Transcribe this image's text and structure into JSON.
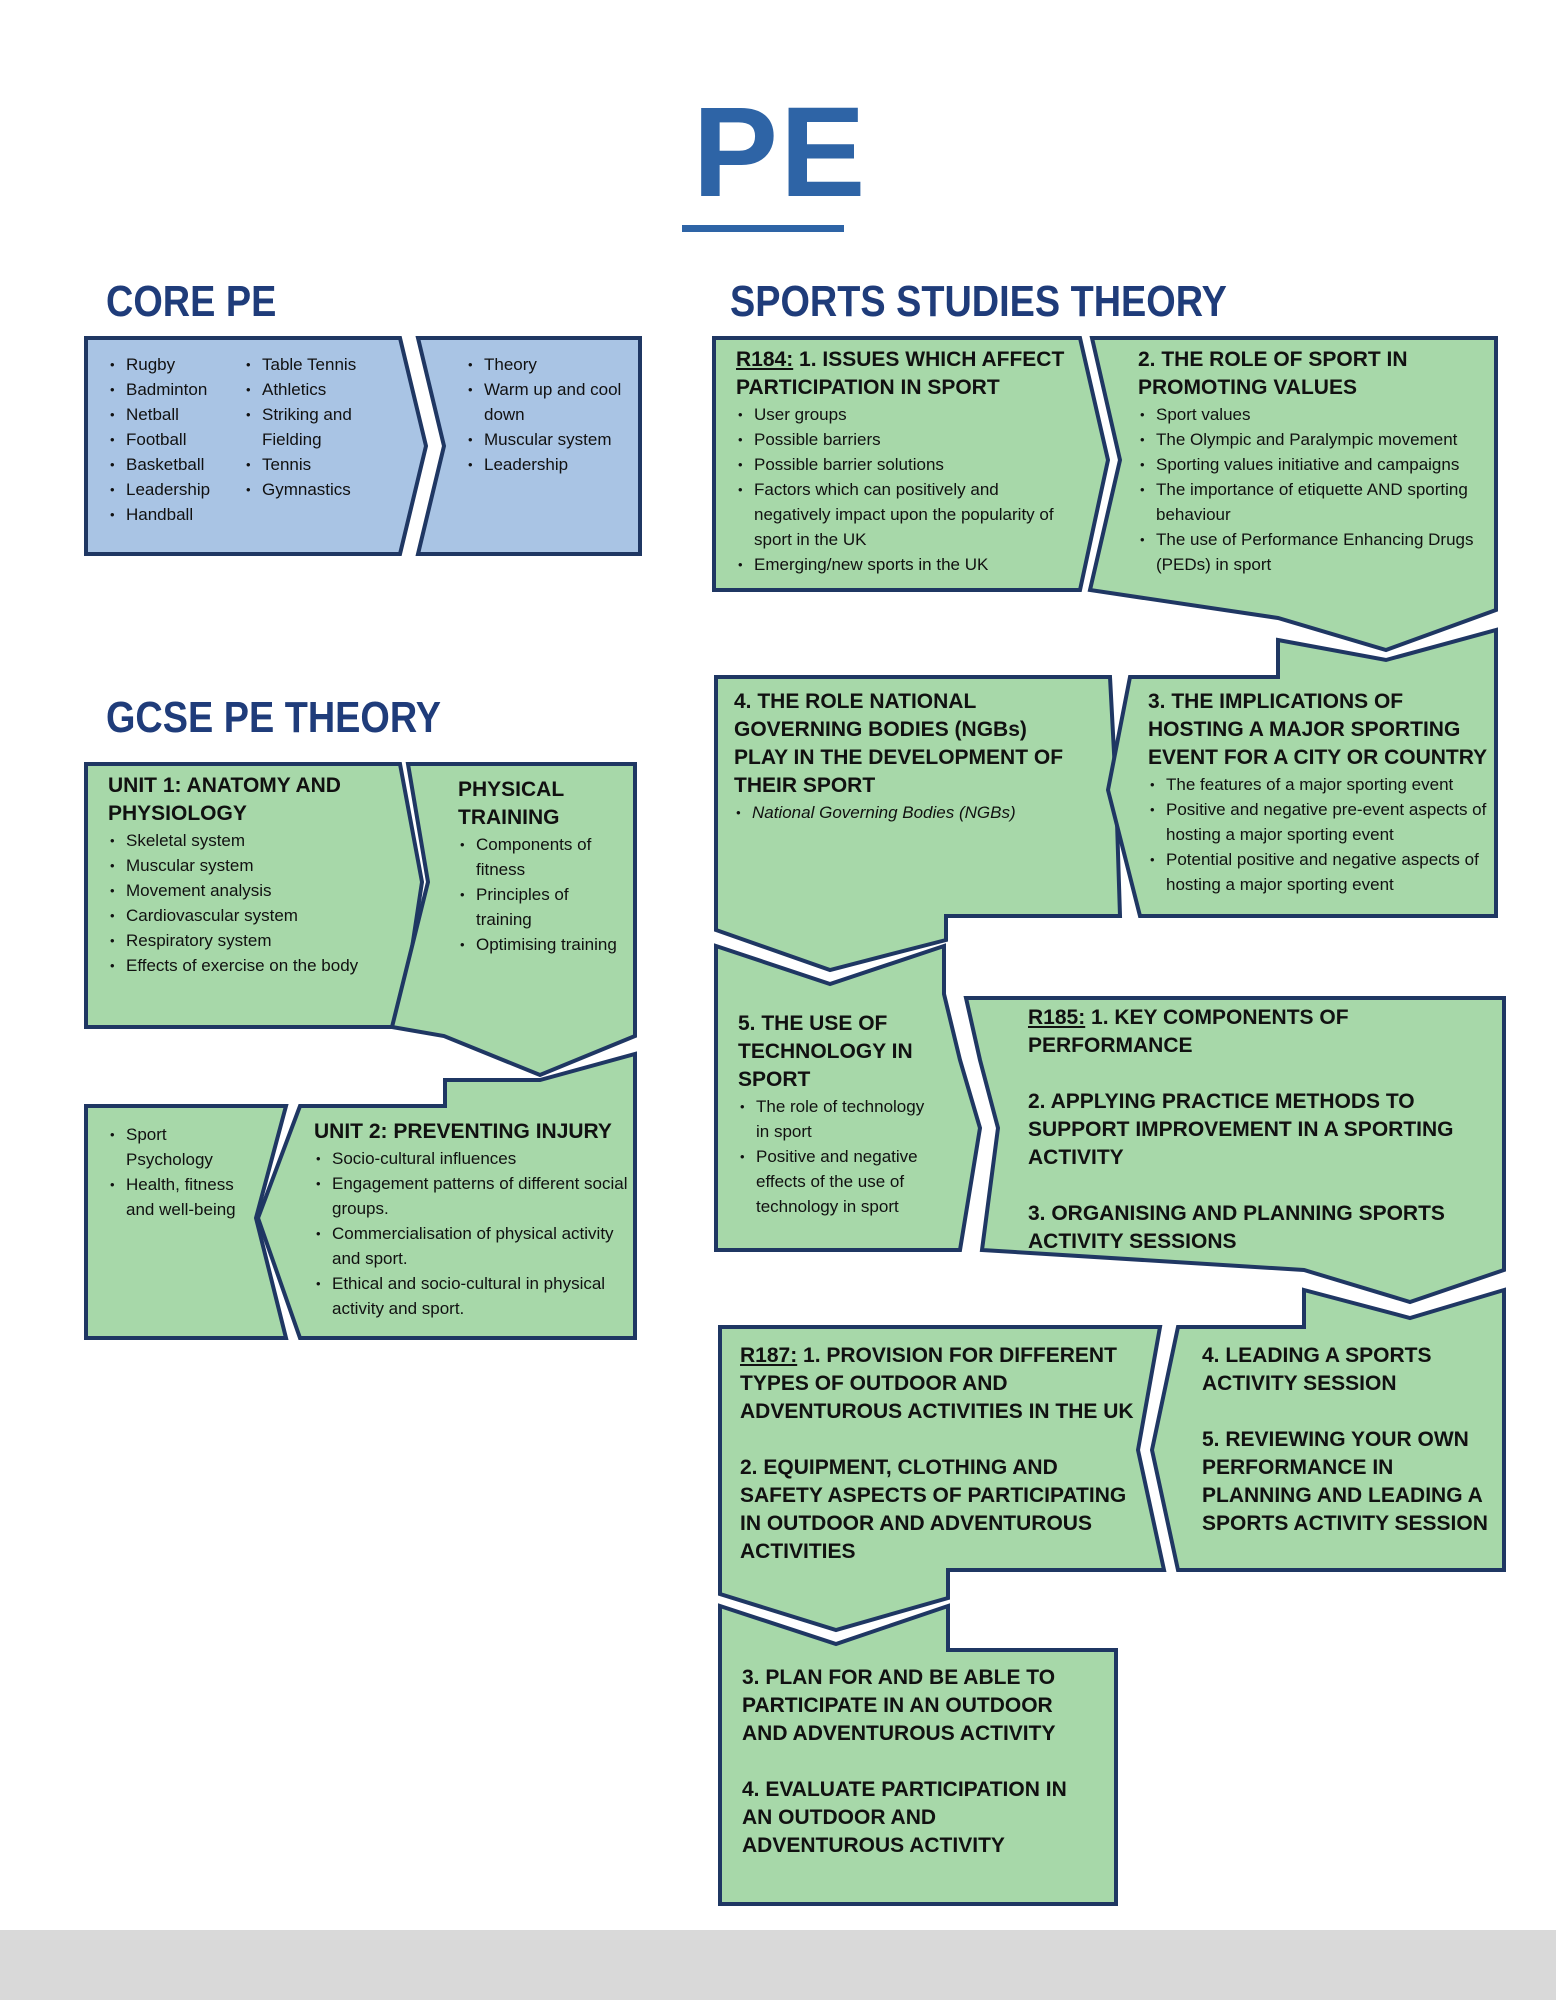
{
  "title": "PE",
  "core_pe": {
    "heading": "CORE PE",
    "col1": [
      "Rugby",
      "Badminton",
      "Netball",
      "Football",
      "Basketball",
      "Leadership",
      "Handball"
    ],
    "col2": [
      "Table Tennis",
      "Athletics",
      "Striking and Fielding",
      "Tennis",
      "Gymnastics"
    ],
    "col3": [
      "Theory",
      "Warm up and cool down",
      "Muscular system",
      "Leadership"
    ]
  },
  "gcse": {
    "heading": "GCSE PE THEORY",
    "unit1": {
      "title": "UNIT 1: ANATOMY AND PHYSIOLOGY",
      "items": [
        "Skeletal system",
        "Muscular system",
        "Movement analysis",
        "Cardiovascular system",
        "Respiratory system",
        "Effects of exercise on the body"
      ]
    },
    "physical_training": {
      "title": "PHYSICAL TRAINING",
      "items": [
        "Components of fitness",
        "Principles of training",
        "Optimising training"
      ]
    },
    "unit2": {
      "title": "UNIT 2: PREVENTING INJURY",
      "items": [
        "Socio-cultural influences",
        "Engagement patterns of different social groups.",
        "Commercialisation of physical activity and sport.",
        "Ethical and socio-cultural in physical activity and sport."
      ]
    },
    "sport_psych": {
      "items": [
        "Sport Psychology",
        "Health, fitness and well-being"
      ]
    }
  },
  "sports_studies": {
    "heading": "SPORTS STUDIES THEORY",
    "r184_1": {
      "code": "R184:",
      "title": " 1. ISSUES WHICH AFFECT PARTICIPATION IN SPORT",
      "items": [
        "User groups",
        "Possible barriers",
        "Possible barrier solutions",
        "Factors which can positively and negatively impact upon the popularity of sport in the UK",
        "Emerging/new sports in the UK"
      ]
    },
    "r184_2": {
      "title": "2. THE ROLE OF SPORT IN PROMOTING VALUES",
      "items": [
        "Sport values",
        "The Olympic and Paralympic movement",
        "Sporting values initiative and campaigns",
        "The importance of etiquette AND sporting behaviour",
        "The use of Performance Enhancing Drugs (PEDs) in sport"
      ]
    },
    "r184_3": {
      "title": "3. THE IMPLICATIONS OF HOSTING A MAJOR SPORTING EVENT FOR A CITY OR COUNTRY",
      "items": [
        "The features of a major sporting event",
        "Positive and negative pre-event aspects of hosting a major sporting event",
        "Potential positive and negative aspects of hosting a major sporting event"
      ]
    },
    "r184_4": {
      "title": "4. THE ROLE NATIONAL GOVERNING BODIES (NGBs) PLAY IN THE DEVELOPMENT OF THEIR SPORT",
      "items": [
        "National Governing Bodies (NGBs)"
      ]
    },
    "r184_5": {
      "title": "5. THE USE OF TECHNOLOGY IN SPORT",
      "items": [
        "The role of technology in sport",
        "Positive and negative effects of the use of technology in sport"
      ]
    },
    "r185_a": {
      "code": "R185:",
      "p1": " 1. KEY COMPONENTS OF PERFORMANCE",
      "p2": "2. APPLYING PRACTICE METHODS TO SUPPORT IMPROVEMENT IN A SPORTING ACTIVITY",
      "p3": "3. ORGANISING AND PLANNING SPORTS ACTIVITY SESSIONS"
    },
    "r185_b": {
      "p1": "4. LEADING A SPORTS ACTIVITY SESSION",
      "p2": "5. REVIEWING YOUR OWN PERFORMANCE IN PLANNING AND LEADING A SPORTS ACTIVITY SESSION"
    },
    "r187_a": {
      "code": "R187:",
      "p1": " 1. PROVISION FOR DIFFERENT TYPES OF OUTDOOR AND ADVENTUROUS ACTIVITIES IN THE UK",
      "p2": "2. EQUIPMENT, CLOTHING AND SAFETY ASPECTS OF PARTICIPATING IN OUTDOOR AND ADVENTUROUS ACTIVITIES"
    },
    "r187_b": {
      "p1": "3. PLAN FOR AND BE ABLE TO PARTICIPATE IN AN OUTDOOR AND ADVENTUROUS ACTIVITY",
      "p2": "4. EVALUATE PARTICIPATION IN AN OUTDOOR AND ADVENTUROUS ACTIVITY"
    }
  },
  "colors": {
    "title_blue": "#2e64a6",
    "heading_navy": "#1f3c7a",
    "core_fill": "#a9c4e4",
    "green_fill": "#a7d8a9",
    "border": "#1f3763"
  }
}
